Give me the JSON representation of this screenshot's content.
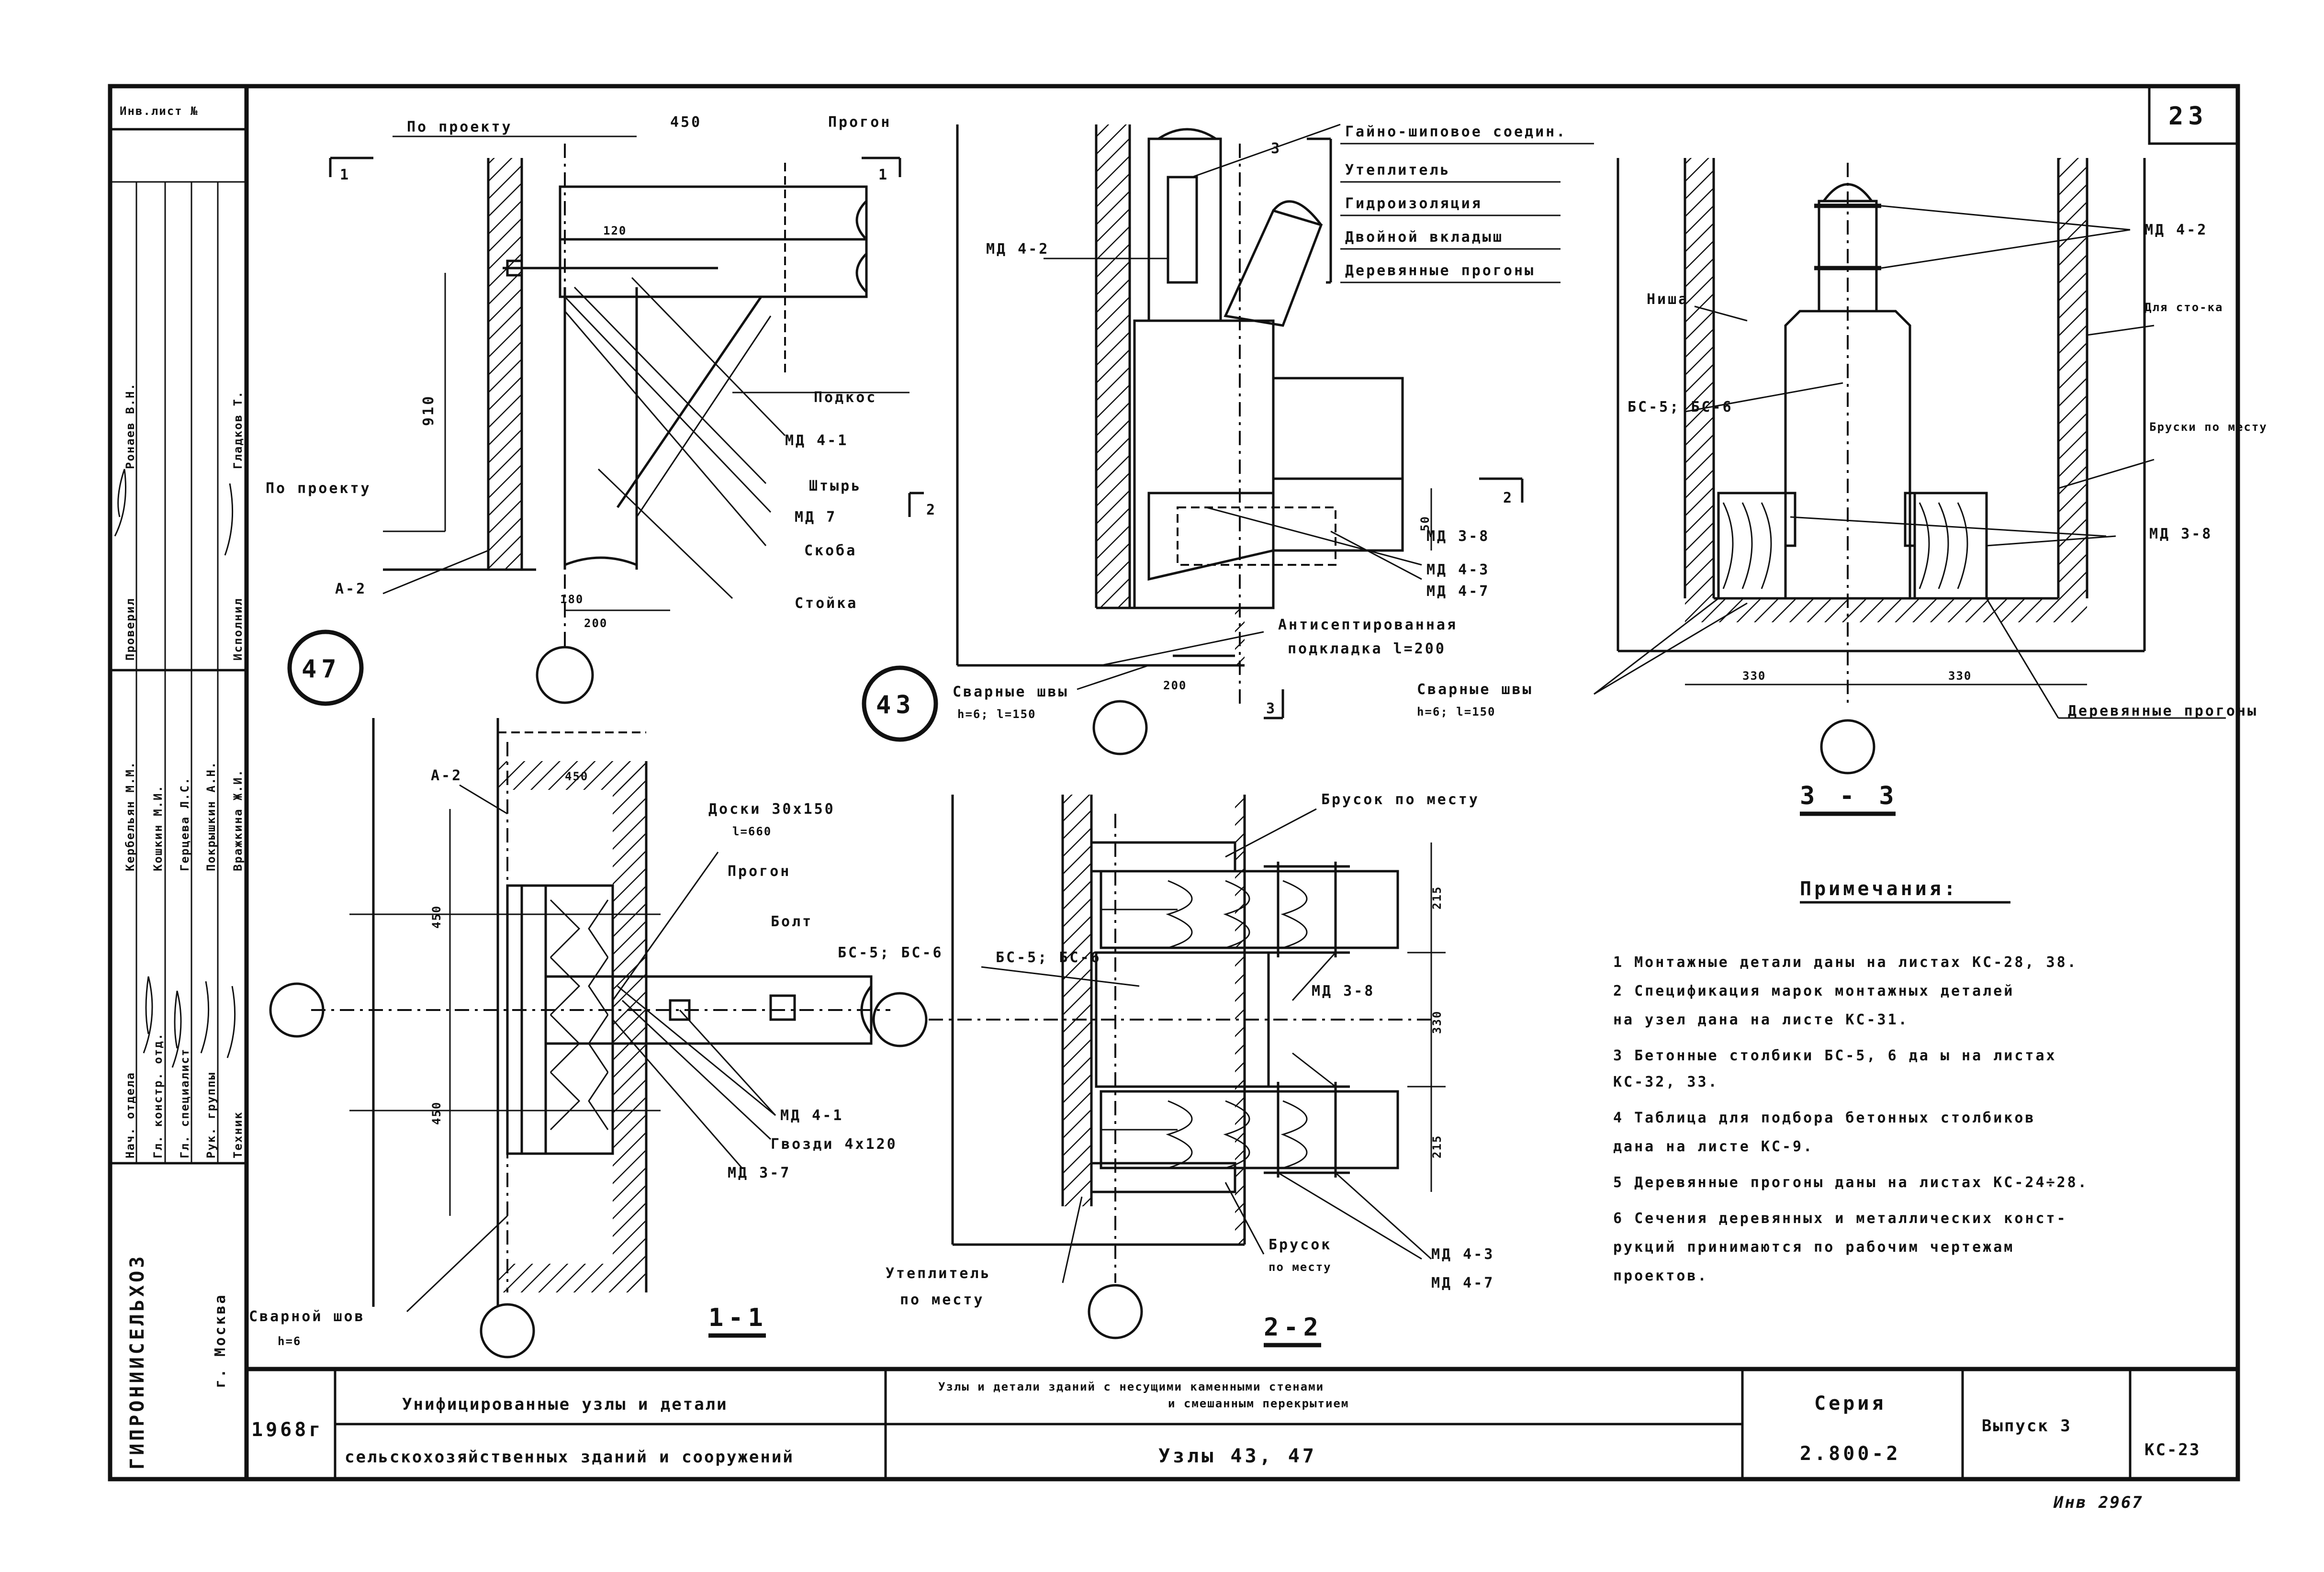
{
  "sheet": {
    "sheet_number": "23",
    "inv_number": "Инв 2967",
    "org": "ГИПРОНИИСЕЛЬХОЗ",
    "city": "г. Москва",
    "year": "1968г",
    "series_label": "Серия",
    "series": "2.800-2",
    "issue": "Выпуск 3",
    "sheet_code": "КС-23",
    "title_left_line1": "Унифицированные узлы и детали",
    "title_left_line2": "сельскохозяйственных зданий и сооружений",
    "title_mid_line1": "Узлы и детали зданий с несущими каменными стенами",
    "title_mid_line2": "и смешанным перекрытием",
    "title_mid_line3": "Узлы 43, 47"
  },
  "stamp": {
    "rows_left": [
      {
        "role": "Нач. отдела",
        "name": "Кербельян М.М."
      },
      {
        "role": "Гл. констр. отд.",
        "name": "Кошкин М.И."
      },
      {
        "role": "Гл. специалист",
        "name": "Герцева Л.С."
      },
      {
        "role": "Рук. группы",
        "name": "Покрышкин А.Н."
      },
      {
        "role": "Техник",
        "name": "Вражкина Ж.И."
      }
    ],
    "rows_right": [
      {
        "role": "Проверил",
        "name": "Ронаев В.Н."
      },
      {
        "role": "Исполнил",
        "name": "Гладков Т."
      }
    ],
    "top_label": "Инв.лист №"
  },
  "node47": {
    "label": "47",
    "dims": {
      "d450": "450",
      "d910": "910",
      "d120": "120",
      "d180": "180",
      "d200": "200"
    },
    "labels": {
      "po_proektu_top": "По проекту",
      "progon": "Прогон",
      "podkos": "Подкос",
      "md41": "МД 4-1",
      "shtyr": "Штырь",
      "md7": "МД 7",
      "skoba": "Скоба",
      "stoyka": "Стойка",
      "po_proektu_left": "По проекту",
      "a2": "А-2",
      "cut1": "1"
    }
  },
  "node43": {
    "label": "43",
    "labels": {
      "gainoshipovoe": "Гайно-шиповое соедин.",
      "uteplitel": "Утеплитель",
      "gidroizolyatsiya": "Гидроизоляция",
      "dvoynoy_vkladysh": "Двойной вкладыш",
      "derev_progony": "Деревянные прогоны",
      "md42": "МД 4-2",
      "md38": "МД 3-8",
      "md43": "МД 4-3",
      "md47": "МД 4-7",
      "antiseptirovannaya": "Антисептированная",
      "podkladka": "подкладка  l=200",
      "svarnye_shvy": "Сварные швы",
      "shvy_size": "h=6; l=150",
      "dim200": "200",
      "dim50": "50",
      "cut2": "2",
      "cut3": "3"
    }
  },
  "section33": {
    "title": "3 - 3",
    "labels": {
      "md42": "МД 4-2",
      "nisha": "Ниша",
      "bs": "БС-5; БС-6",
      "dlya_stoka": "Для сто-ка",
      "bruski": "Бруски по месту",
      "md38": "МД 3-8",
      "svarnye_shvy": "Сварные швы",
      "shvy_size": "h=6; l=150",
      "derev_progony": "Деревянные прогоны",
      "dim_l": "330",
      "dim_r": "330"
    }
  },
  "section11": {
    "title": "1-1",
    "labels": {
      "a2": "А-2",
      "dim450": "450",
      "dim450a": "450",
      "dim450b": "450",
      "doski": "Доски 30x150",
      "doski_l": "l=660",
      "progon": "Прогон",
      "bolt": "Болт",
      "bs": "БС-5; БС-6",
      "md41": "МД 4-1",
      "gvozdi": "Гвозди 4x120",
      "md37": "МД 3-7",
      "svarnoy_shov": "Сварной шов",
      "shov_h": "h=6"
    }
  },
  "section22": {
    "title": "2-2",
    "labels": {
      "brusok_top": "Брусок по месту",
      "bs": "БС-5; БС-6",
      "md38": "МД 3-8",
      "dim1": "215",
      "dim2": "330",
      "dim3": "215",
      "uteplitel": "Утеплитель",
      "po_mestu": "по месту",
      "brusok_bot": "Брусок",
      "po_mestu2": "по месту",
      "md43": "МД 4-3",
      "md47": "МД 4-7"
    }
  },
  "notes": {
    "title": "Примечания:",
    "items": [
      "1  Монтажные детали даны на листах КС-28, 38.",
      "2  Спецификация марок монтажных деталей",
      "   на узел дана на листе  КС-31.",
      "3  Бетонные столбики БС-5, 6 да ы на листах",
      "   КС-32, 33.",
      "4  Таблица для подбора бетонных столбиков",
      "   дана на листе КС-9.",
      "5  Деревянные прогоны даны на листах КС-24÷28.",
      "6  Сечения деревянных и металлических конст-",
      "   рукций принимаются по рабочим чертежам",
      "   проектов."
    ]
  }
}
